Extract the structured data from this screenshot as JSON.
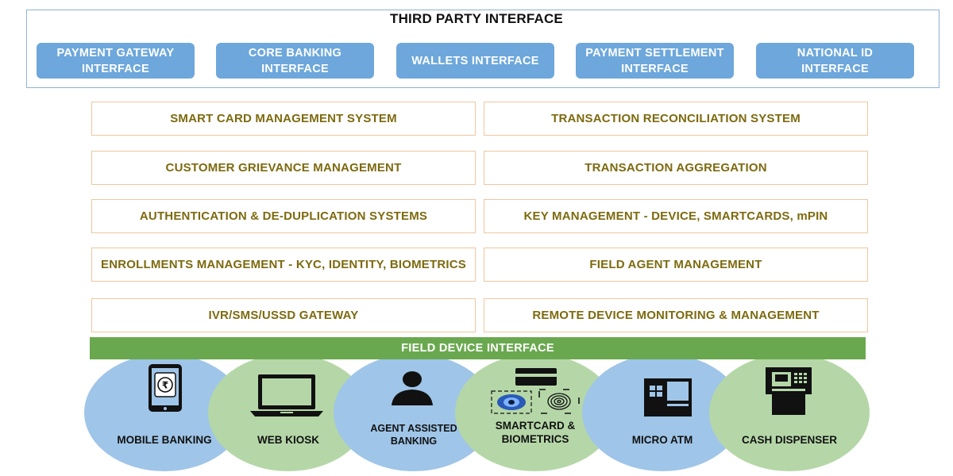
{
  "third_party": {
    "title": "THIRD PARTY INTERFACE",
    "buttons": [
      "PAYMENT GATEWAY\nINTERFACE",
      "CORE BANKING\nINTERFACE",
      "WALLETS INTERFACE",
      "PAYMENT SETTLEMENT\nINTERFACE",
      "NATIONAL ID\nINTERFACE"
    ]
  },
  "systems": {
    "left": [
      "SMART CARD MANAGEMENT SYSTEM",
      "CUSTOMER GRIEVANCE MANAGEMENT",
      "AUTHENTICATION & DE-DUPLICATION SYSTEMS",
      "ENROLLMENTS MANAGEMENT - KYC, IDENTITY, BIOMETRICS",
      "IVR/SMS/USSD GATEWAY"
    ],
    "right": [
      "TRANSACTION RECONCILIATION SYSTEM",
      "TRANSACTION AGGREGATION",
      "KEY MANAGEMENT - DEVICE, SMARTCARDS, mPIN",
      "FIELD AGENT MANAGEMENT",
      "REMOTE DEVICE MONITORING & MANAGEMENT"
    ]
  },
  "field_device": {
    "title": "FIELD DEVICE INTERFACE",
    "devices": [
      {
        "label": "MOBILE BANKING",
        "icon": "mobile-rupee-icon",
        "color": "#9fc5e8"
      },
      {
        "label": "WEB KIOSK",
        "icon": "laptop-icon",
        "color": "#b5d7a8"
      },
      {
        "label": "AGENT ASSISTED\nBANKING",
        "icon": "person-icon",
        "color": "#9fc5e8"
      },
      {
        "label": "SMARTCARD &\nBIOMETRICS",
        "icon": "smartcard-biometric-icon",
        "color": "#b5d7a8"
      },
      {
        "label": "MICRO ATM",
        "icon": "micro-atm-icon",
        "color": "#9fc5e8"
      },
      {
        "label": "CASH DISPENSER",
        "icon": "atm-icon",
        "color": "#b5d7a8"
      }
    ]
  },
  "colors": {
    "tp_button": "#6da7db",
    "system_text": "#7d6a0f",
    "system_border": "#f0c79e",
    "field_bar": "#6aa84f",
    "ellipse_blue": "#9fc5e8",
    "ellipse_green": "#b5d7a8"
  }
}
